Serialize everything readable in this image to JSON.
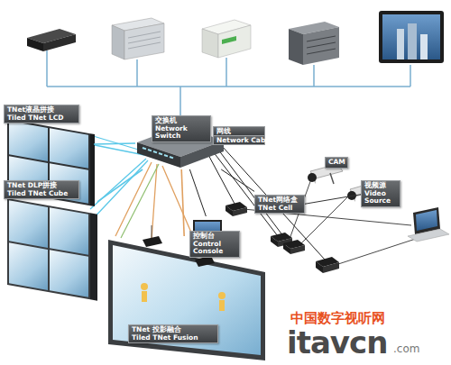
{
  "diagram": {
    "nodes": [
      {
        "text": [
          "TNet液晶拼接",
          "Tiled TNet LCD"
        ]
      },
      {
        "text": [
          "TNet DLP拼接",
          "Tiled TNet Cube"
        ]
      },
      {
        "text": [
          "交换机",
          "Network Switch"
        ]
      },
      {
        "text": [
          "控制台",
          "Control Console"
        ]
      },
      {
        "text": [
          "TNet网络盒",
          "TNet Cell"
        ]
      },
      {
        "text": [
          "CAM"
        ]
      },
      {
        "text": [
          "视频源",
          "Video Source"
        ]
      },
      {
        "text": [
          "TNet 投影融合",
          "Tiled TNet Fusion"
        ]
      }
    ],
    "edges": [
      {
        "from": 2,
        "to": 0,
        "arrow": "none"
      },
      {
        "from": 2,
        "to": 1,
        "arrow": "none"
      },
      {
        "from": 2,
        "to": 7,
        "arrow": "none"
      },
      {
        "from": 2,
        "to": 3,
        "arrow": "none"
      },
      {
        "from": 2,
        "to": 4,
        "arrow": "none"
      },
      {
        "from": 4,
        "to": 5,
        "arrow": "none"
      },
      {
        "from": 4,
        "to": 6,
        "arrow": "none"
      }
    ],
    "labels": [
      "网线",
      "Network Cable",
      "中国数字视听网",
      "itavcn",
      ".com"
    ]
  }
}
